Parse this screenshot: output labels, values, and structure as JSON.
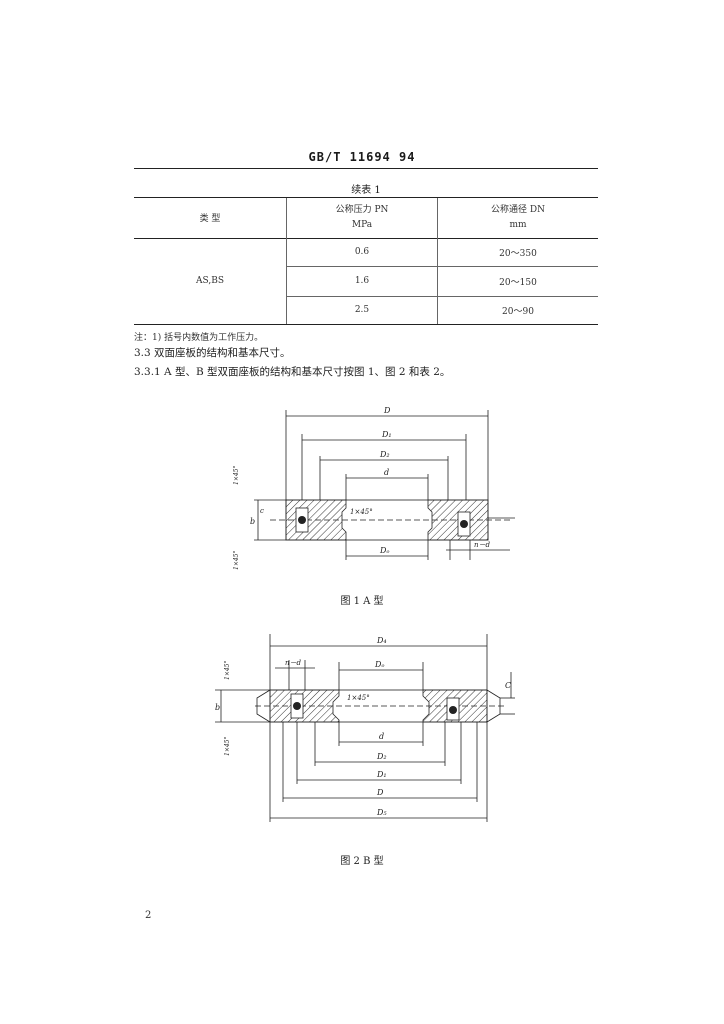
{
  "header": {
    "standard": "GB/T 11694 94"
  },
  "table": {
    "caption": "续表 1",
    "col_type": "类    型",
    "col_pn": "公称压力 PN",
    "col_pn_unit": "MPa",
    "col_dn": "公称通径 DN",
    "col_dn_unit": "mm",
    "type_value": "AS,BS",
    "rows": [
      {
        "pn": "0.6",
        "dn": "20～350"
      },
      {
        "pn": "1.6",
        "dn": "20～150"
      },
      {
        "pn": "2.5",
        "dn": "20～90"
      }
    ]
  },
  "note": "注：1) 括号内数值为工作压力。",
  "section_3_3": "3.3  双面座板的结构和基本尺寸。",
  "section_3_3_1": "3.3.1  A 型、B 型双面座板的结构和基本尺寸按图 1、图 2 和表 2。",
  "figure1": {
    "caption": "图 1   A 型",
    "labels": {
      "D": "D",
      "D1": "D₁",
      "D2": "D₂",
      "d": "d",
      "Dw": "Dₒ",
      "chamfer": "1×45°",
      "nd": "n－d",
      "b": "b",
      "c": "c",
      "side_top": "1×45°",
      "side_bot": "1×45°"
    }
  },
  "figure2": {
    "caption": "图 2   B 型",
    "labels": {
      "D4": "D₄",
      "D5": "D₅",
      "nd": "n－d",
      "Dw": "Dₒ",
      "chamfer": "1×45°",
      "d": "d",
      "D2": "D₂",
      "D1": "D₁",
      "D": "D",
      "b": "b",
      "c": "C",
      "side_top": "1×45°",
      "side_bot": "1×45°"
    }
  },
  "page_number": "2"
}
